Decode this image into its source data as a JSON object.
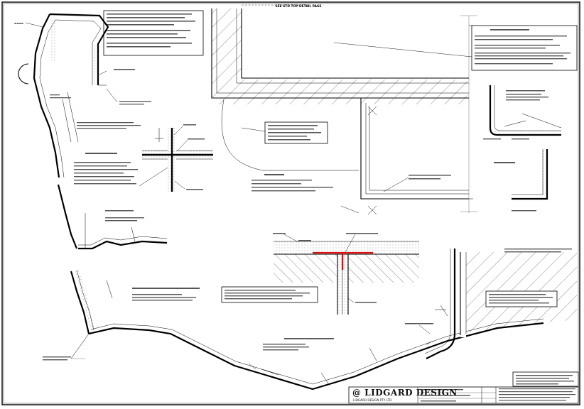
{
  "sheet": {
    "logo_text": "@ LIDGARD DESIGN",
    "logo_tagline": "LIDGARD DESIGN PTY LTD",
    "colors": {
      "ink": "#000000",
      "paper": "#ffffff",
      "membrane_highlight": "#d11111"
    }
  },
  "top_notes": {
    "top_heading": "SEE STD TOP DETAIL PAGE"
  }
}
